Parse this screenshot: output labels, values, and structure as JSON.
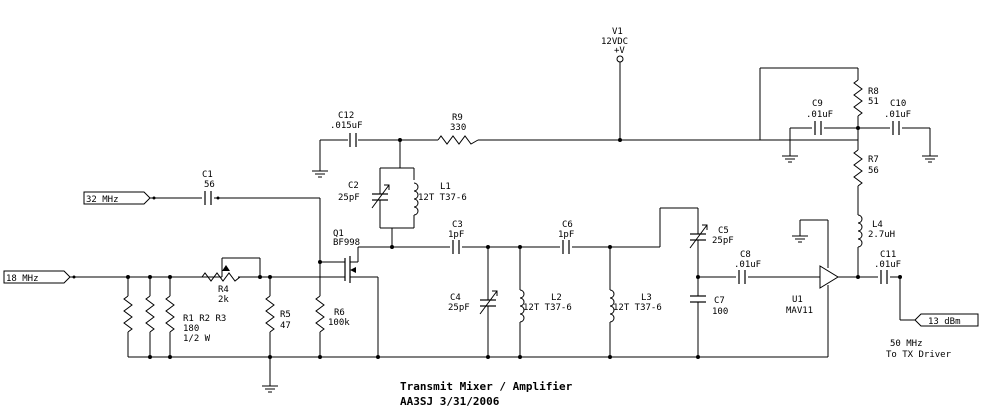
{
  "title": {
    "line1": "Transmit Mixer / Amplifier",
    "line2": "AA3SJ  3/31/2006"
  },
  "ports": {
    "in_18mhz": "18 MHz",
    "in_32mhz": "32 MHz",
    "out_13dbm": "13 dBm"
  },
  "notes": {
    "output_freq": "50 MHz",
    "output_dest": "To TX Driver"
  },
  "components": {
    "v1": {
      "ref": "V1",
      "value": "12VDC",
      "symbol": "+V"
    },
    "c12": {
      "ref": "C12",
      "value": ".015uF"
    },
    "r9": {
      "ref": "R9",
      "value": "330"
    },
    "c1": {
      "ref": "C1",
      "value": "56"
    },
    "c2": {
      "ref": "C2",
      "value": "25pF"
    },
    "l1": {
      "ref": "L1",
      "value": "12T T37-6"
    },
    "q1": {
      "ref": "Q1",
      "value": "BF998"
    },
    "c3": {
      "ref": "C3",
      "value": "1pF"
    },
    "c6": {
      "ref": "C6",
      "value": "1pF"
    },
    "c5": {
      "ref": "C5",
      "value": "25pF"
    },
    "c8": {
      "ref": "C8",
      "value": ".01uF"
    },
    "c7": {
      "ref": "C7",
      "value": "100"
    },
    "c4": {
      "ref": "C4",
      "value": "25pF"
    },
    "l2": {
      "ref": "L2",
      "value": "12T T37-6"
    },
    "l3": {
      "ref": "L3",
      "value": "12T T37-6"
    },
    "r4": {
      "ref": "R4",
      "value": "2k"
    },
    "r5": {
      "ref": "R5",
      "value": "47"
    },
    "r6": {
      "ref": "R6",
      "value": "100k"
    },
    "r1r2r3": {
      "ref": "R1 R2 R3",
      "value": "180",
      "power": "1/2 W"
    },
    "r8": {
      "ref": "R8",
      "value": "51"
    },
    "c9": {
      "ref": "C9",
      "value": ".01uF"
    },
    "c10": {
      "ref": "C10",
      "value": ".01uF"
    },
    "r7": {
      "ref": "R7",
      "value": "56"
    },
    "l4": {
      "ref": "L4",
      "value": "2.7uH"
    },
    "c11": {
      "ref": "C11",
      "value": ".01uF"
    },
    "u1": {
      "ref": "U1",
      "value": "MAV11"
    }
  }
}
